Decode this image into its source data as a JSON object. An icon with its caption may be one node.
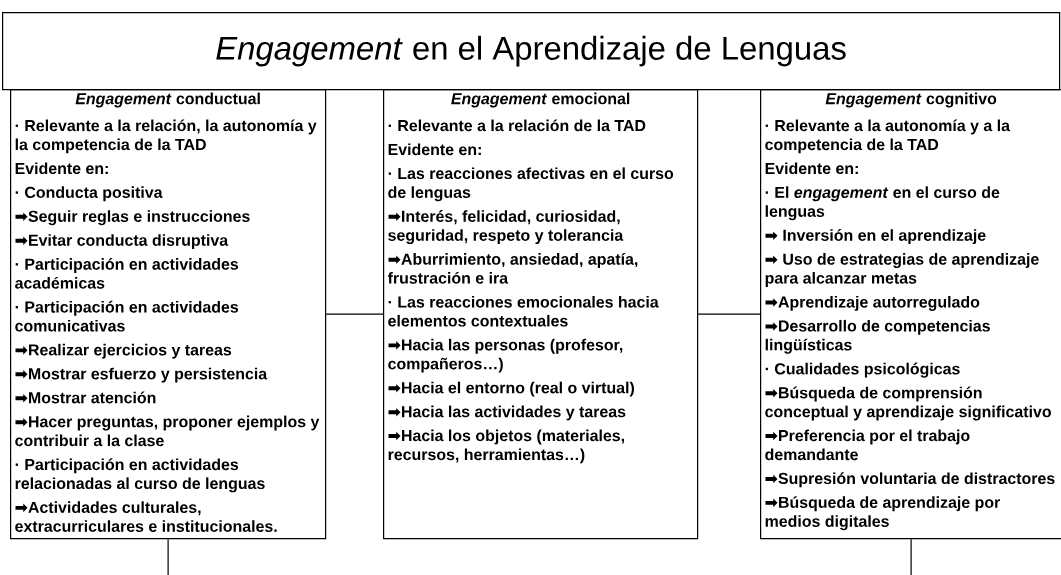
{
  "diagram": {
    "nodes": [
      {
        "text": [
          "*Engagement* en el Aprendizaje de Lenguas"
        ]
      },
      {
        "text": [
          "*Engagement* conductual",
          "· Relevante a la relación, la autonomía y la competencia de la TAD",
          "Evidente en:",
          "· Conducta positiva",
          "➡Seguir reglas e instrucciones",
          "➡Evitar conducta disruptiva",
          "· Participación en actividades académicas",
          "· Participación en actividades comunicativas",
          "➡Realizar ejercicios y tareas",
          "➡Mostrar esfuerzo y persistencia",
          "➡Mostrar atención",
          "➡Hacer preguntas, proponer ejemplos y contribuir a la clase",
          "· Participación en actividades relacionadas al curso de lenguas",
          "➡Actividades culturales, extracurriculares e institucionales."
        ]
      },
      {
        "text": [
          "*Engagement* emocional",
          "· Relevante a la relación de la TAD",
          "Evidente en:",
          "· Las reacciones afectivas en el curso de lenguas",
          "➡Interés, felicidad, curiosidad, seguridad, respeto y tolerancia",
          "➡Aburrimiento, ansiedad, apatía, frustración e ira",
          "· Las reacciones emocionales hacia elementos contextuales",
          "➡Hacia las personas (profesor, compañeros…)",
          "➡Hacia el entorno (real o virtual)",
          "➡Hacia las actividades y tareas",
          "➡Hacia los objetos (materiales, recursos, herramientas…)"
        ]
      },
      {
        "text": [
          "*Engagement* cognitivo",
          "· Relevante a la autonomía y a la competencia de la TAD",
          "Evidente en:",
          "· El *engagement* en el curso de lenguas",
          "➡ Inversión en el aprendizaje",
          "➡ Uso de estrategias de aprendizaje para alcanzar metas",
          "➡Aprendizaje autorregulado",
          "➡Desarrollo de competencias lingüísticas",
          "· Cualidades psicológicas",
          "➡Búsqueda de comprensión conceptual y aprendizaje significativo",
          "➡Preferencia por el trabajo demandante",
          "➡Supresión voluntaria de distractores",
          "➡Búsqueda de aprendizaje por medios digitales"
        ]
      }
    ],
    "edges": [
      {
        "from": 1,
        "to": 2,
        "arrow": "none"
      },
      {
        "from": 2,
        "to": 3,
        "arrow": "none"
      },
      {
        "from": 1,
        "to": null,
        "arrow": "none"
      },
      {
        "from": 3,
        "to": null,
        "arrow": "none"
      }
    ]
  }
}
